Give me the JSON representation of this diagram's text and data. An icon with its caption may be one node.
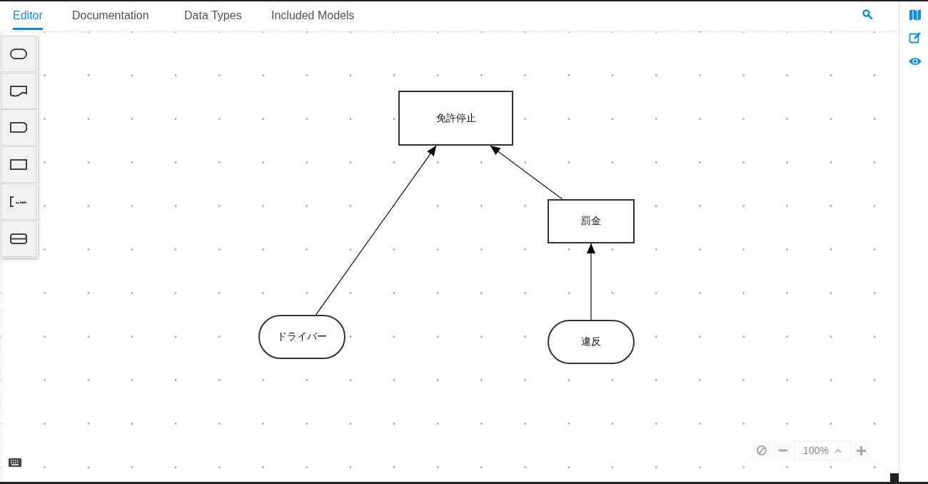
{
  "diagram": {
    "nodes": [
      {
        "text": [
          "免許停止"
        ]
      },
      {
        "text": [
          "罰金"
        ]
      },
      {
        "text": [
          "ドライバー"
        ]
      },
      {
        "text": [
          "違反"
        ]
      }
    ],
    "edges": [
      {
        "from": 2,
        "to": 0,
        "arrow": "to"
      },
      {
        "from": 1,
        "to": 0,
        "arrow": "to"
      },
      {
        "from": 3,
        "to": 1,
        "arrow": "to"
      }
    ],
    "labels": [
      "Editor",
      "Documentation",
      "Data Types",
      "Included Models",
      "100%"
    ]
  }
}
